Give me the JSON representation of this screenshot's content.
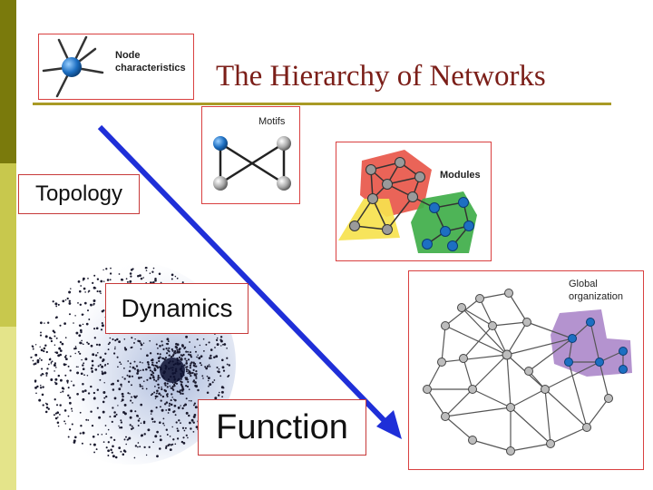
{
  "slide": {
    "title": "The Hierarchy of Networks",
    "colors": {
      "title": "#7b1e18",
      "rule": "#a99a25",
      "arrow": "#1f2fd8",
      "border": "#d94040",
      "sidebar_dark": "#7a7a0c",
      "sidebar_light": "#c8c84d"
    }
  },
  "panels": {
    "node": {
      "label_line1": "Node",
      "label_line2": "characteristics"
    },
    "motifs": {
      "label": "Motifs"
    },
    "modules": {
      "label": "Modules"
    },
    "global": {
      "label_line1": "Global",
      "label_line2": "organization"
    }
  },
  "levels": {
    "topology": "Topology",
    "dynamics": "Dynamics",
    "function": "Function"
  },
  "icons": [
    "hub-node-icon",
    "motif-graph-icon",
    "modules-graph-icon",
    "global-network-icon",
    "dense-network-image"
  ]
}
